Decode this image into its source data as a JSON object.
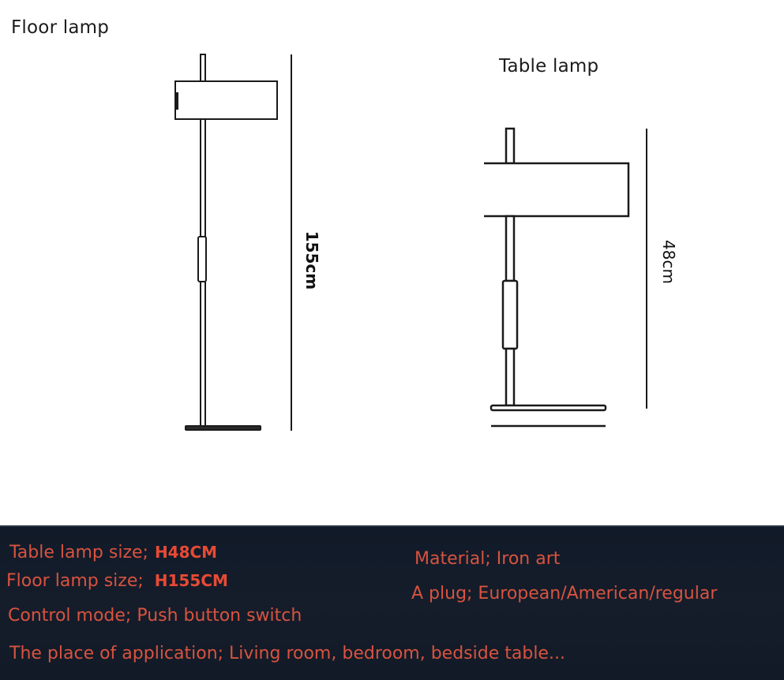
{
  "diagram": {
    "floor_lamp": {
      "title": "Floor lamp",
      "height_label": "155cm"
    },
    "table_lamp": {
      "title": "Table lamp",
      "height_label": "48cm"
    }
  },
  "specs": {
    "table_lamp_size": {
      "label": "Table lamp size;",
      "value": "H48CM"
    },
    "floor_lamp_size": {
      "label": "Floor lamp size;",
      "value": "H155CM"
    },
    "control_mode": "Control mode; Push button switch",
    "place_of_application": "The place of application; Living room, bedroom, bedside table...",
    "material": "Material; Iron art",
    "plug": "A plug; European/American/regular"
  },
  "colors": {
    "line": "#1a1a1a",
    "panel_bg": "#131b28",
    "spec_text": "#d8533f",
    "spec_value": "#e84a35"
  }
}
